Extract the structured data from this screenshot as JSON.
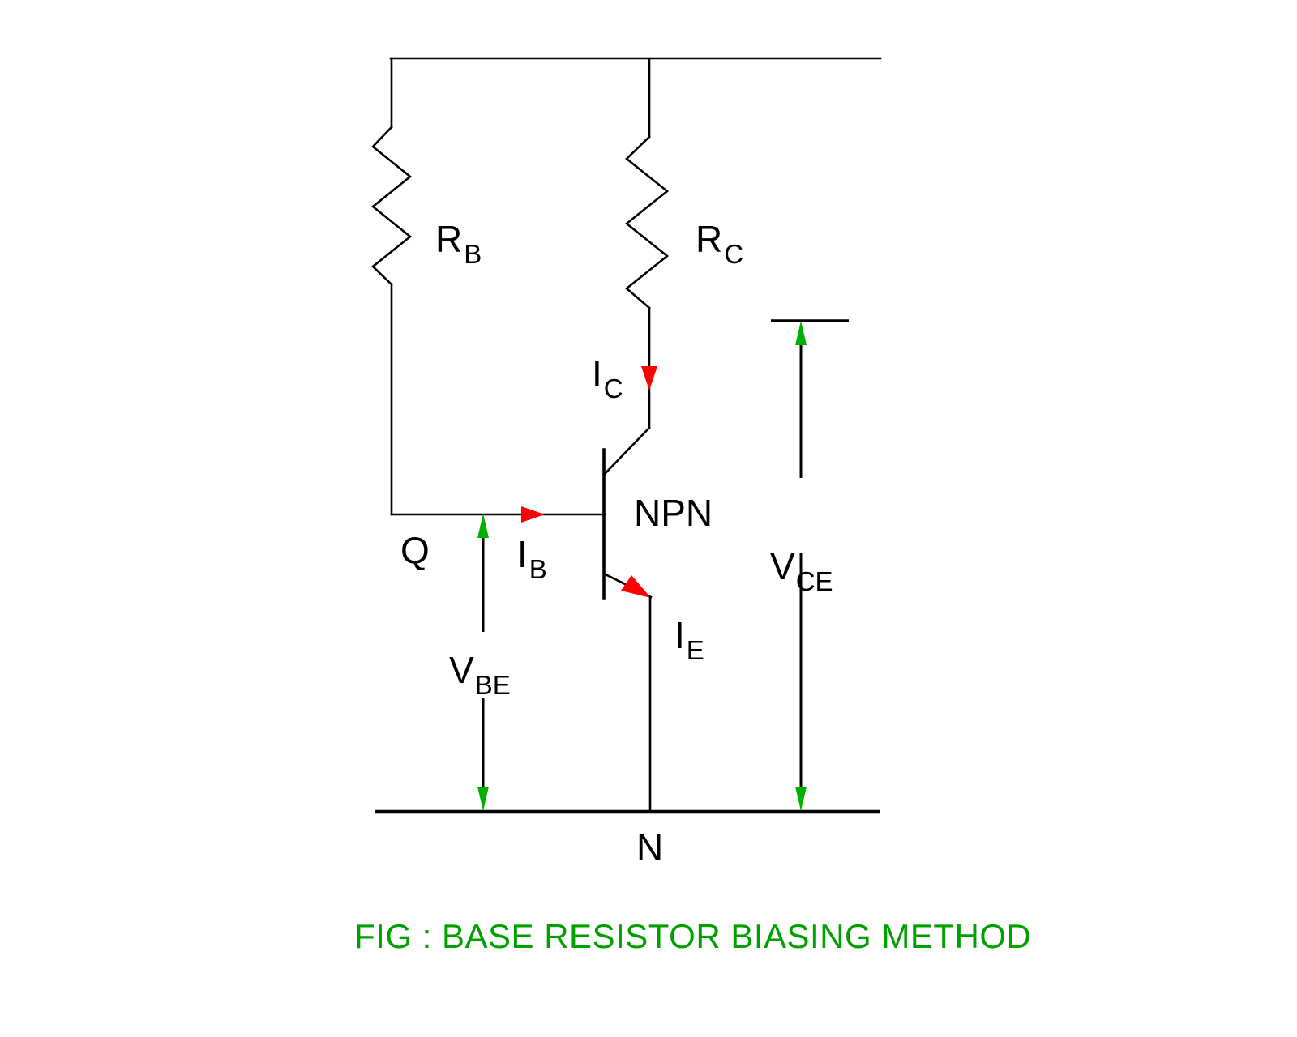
{
  "figure": {
    "title": "FIG : BASE RESISTOR BIASING METHOD",
    "caption_color": "#00a000",
    "background": "#ffffff",
    "wire_color": "#000000",
    "current_arrow_color": "#ff0000",
    "voltage_arrow_color": "#00b000"
  },
  "components": {
    "resistor_base": {
      "label_main": "R",
      "label_sub": "B",
      "type": "resistor",
      "designator": "RB"
    },
    "resistor_collector": {
      "label_main": "R",
      "label_sub": "C",
      "type": "resistor",
      "designator": "RC"
    },
    "transistor": {
      "label": "NPN",
      "type": "bipolar-junction-transistor",
      "polarity": "NPN"
    }
  },
  "nodes": {
    "base_node": "Q",
    "ground_node": "N"
  },
  "currents": [
    {
      "label_main": "I",
      "label_sub": "C",
      "name": "collector-current"
    },
    {
      "label_main": "I",
      "label_sub": "B",
      "name": "base-current"
    },
    {
      "label_main": "I",
      "label_sub": "E",
      "name": "emitter-current"
    }
  ],
  "voltages": [
    {
      "label_main": "V",
      "label_sub": "BE",
      "name": "base-emitter-voltage"
    },
    {
      "label_main": "V",
      "label_sub": "CE",
      "name": "collector-emitter-voltage"
    }
  ]
}
